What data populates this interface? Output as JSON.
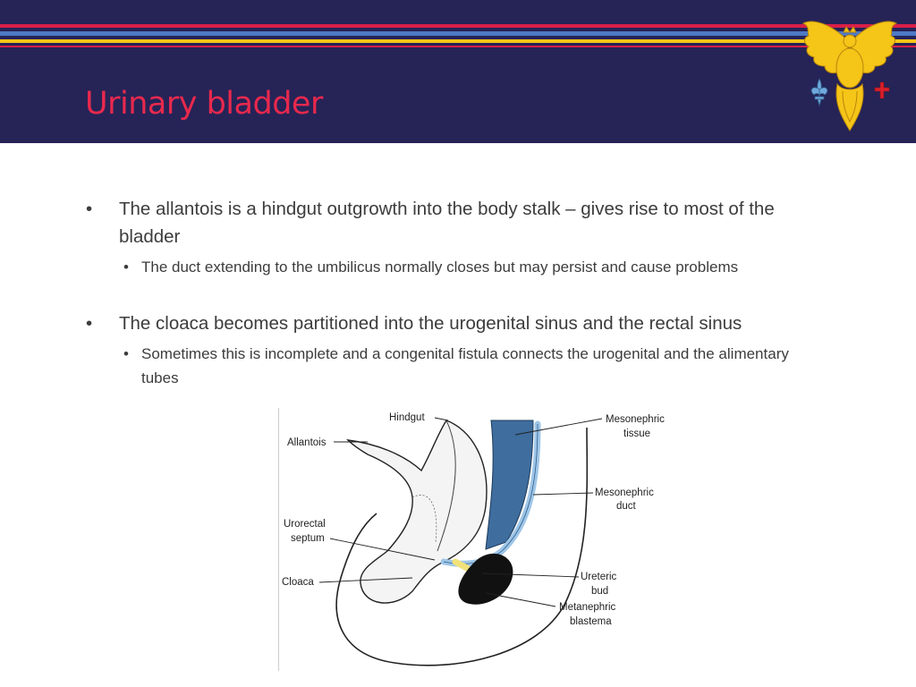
{
  "slide": {
    "title": "Urinary bladder",
    "colors": {
      "header_bg": "#262357",
      "title": "#e8294d",
      "stripe_red": "#d81f48",
      "stripe_blue": "#4e79c4",
      "stripe_gold": "#f5c518",
      "crest_gold": "#f5c518",
      "crest_blue": "#6fa8dc",
      "crest_red": "#d81f2a"
    },
    "crest_icon": "phoenix-crest-icon",
    "bullets": [
      {
        "text": "The allantois is a hindgut outgrowth into the body stalk – gives rise to most of the bladder",
        "sub": [
          "The duct extending to the umbilicus normally closes but may persist and cause problems"
        ]
      },
      {
        "text": "The cloaca becomes partitioned into the urogenital sinus and the rectal sinus",
        "sub": [
          "Sometimes this is incomplete and a congenital fistula connects the urogenital and the alimentary tubes"
        ]
      }
    ]
  },
  "figure": {
    "labels": {
      "hindgut": "Hindgut",
      "allantois": "Allantois",
      "urorectal_1": "Urorectal",
      "urorectal_2": "septum",
      "cloaca": "Cloaca",
      "mesonephric_tissue_1": "Mesonephric",
      "mesonephric_tissue_2": "tissue",
      "mesonephric_duct_1": "Mesonephric",
      "mesonephric_duct_2": "duct",
      "ureteric_bud_1": "Ureteric",
      "ureteric_bud_2": "bud",
      "metanephric_1": "Metanephric",
      "metanephric_2": "blastema"
    },
    "colors": {
      "mesonephric_tissue": "#3e6d9e",
      "mesonephric_duct": "#9fc6e8",
      "ureteric_bud": "#f0e27a",
      "metanephric_blastema": "#111111",
      "tissue_fill": "#f4f4f4"
    }
  }
}
